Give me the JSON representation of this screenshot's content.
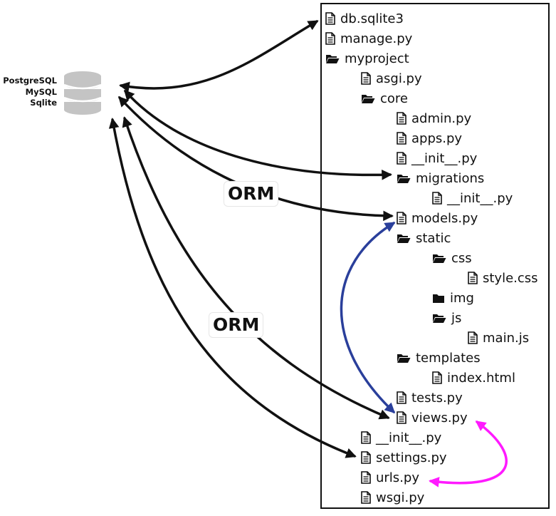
{
  "databases": [
    "PostgreSQL",
    "MySQL",
    "Sqlite"
  ],
  "orm_labels": [
    "ORM",
    "ORM"
  ],
  "tree": [
    {
      "name": "db.sqlite3",
      "type": "file",
      "depth": 0
    },
    {
      "name": "manage.py",
      "type": "file",
      "depth": 0
    },
    {
      "name": "myproject",
      "type": "folder-open",
      "depth": 0
    },
    {
      "name": "asgi.py",
      "type": "file",
      "depth": 1
    },
    {
      "name": "core",
      "type": "folder-open",
      "depth": 1
    },
    {
      "name": "admin.py",
      "type": "file",
      "depth": 2
    },
    {
      "name": "apps.py",
      "type": "file",
      "depth": 2
    },
    {
      "name": "__init__.py",
      "type": "file",
      "depth": 2
    },
    {
      "name": "migrations",
      "type": "folder-open",
      "depth": 2
    },
    {
      "name": "__init__.py",
      "type": "file",
      "depth": 3
    },
    {
      "name": "models.py",
      "type": "file",
      "depth": 2
    },
    {
      "name": "static",
      "type": "folder-open",
      "depth": 2
    },
    {
      "name": "css",
      "type": "folder-open",
      "depth": 3
    },
    {
      "name": "style.css",
      "type": "file",
      "depth": 4
    },
    {
      "name": "img",
      "type": "folder-closed",
      "depth": 3
    },
    {
      "name": "js",
      "type": "folder-open",
      "depth": 3
    },
    {
      "name": "main.js",
      "type": "file",
      "depth": 4
    },
    {
      "name": "templates",
      "type": "folder-open",
      "depth": 2
    },
    {
      "name": "index.html",
      "type": "file",
      "depth": 3
    },
    {
      "name": "tests.py",
      "type": "file",
      "depth": 2
    },
    {
      "name": "views.py",
      "type": "file",
      "depth": 2
    },
    {
      "name": "__init__.py",
      "type": "file",
      "depth": 1
    },
    {
      "name": "settings.py",
      "type": "file",
      "depth": 1
    },
    {
      "name": "urls.py",
      "type": "file",
      "depth": 1
    },
    {
      "name": "wsgi.py",
      "type": "file",
      "depth": 1
    }
  ],
  "colors": {
    "arrow_black": "#111111",
    "arrow_blue": "#2a3f9b",
    "arrow_magenta": "#ff1aff",
    "db_gray": "#c4c4c4"
  }
}
